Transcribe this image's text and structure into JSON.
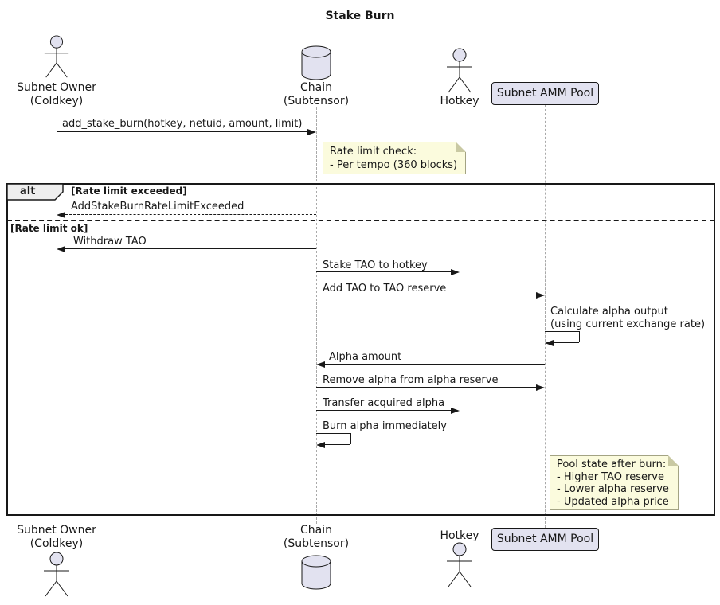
{
  "title": "Stake Burn",
  "diagram_type": "uml-sequence",
  "colors": {
    "participant_fill": "#E2E2F0",
    "participant_border": "#181818",
    "note_fill": "#FBFBDD",
    "note_border": "#A3A383",
    "lifeline": "#A9A9A9",
    "frame_border": "#181818",
    "operator_badge_fill": "#EEEEEE",
    "text": "#181818"
  },
  "participants": [
    {
      "id": "owner",
      "type": "actor",
      "line1": "Subnet Owner",
      "line2": "(Coldkey)"
    },
    {
      "id": "chain",
      "type": "database",
      "line1": "Chain",
      "line2": "(Subtensor)"
    },
    {
      "id": "hotkey",
      "type": "actor",
      "line1": "Hotkey",
      "line2": ""
    },
    {
      "id": "pool",
      "type": "box",
      "line1": "Subnet AMM Pool",
      "line2": ""
    }
  ],
  "alt_frame": {
    "operator": "alt",
    "branches": [
      "[Rate limit exceeded]",
      "[Rate limit ok]"
    ]
  },
  "messages": [
    {
      "from": "owner",
      "to": "chain",
      "style": "solid",
      "text": "add_stake_burn(hotkey, netuid, amount, limit)"
    },
    {
      "from": "chain",
      "to": "owner",
      "style": "dashed",
      "branch": "[Rate limit exceeded]",
      "text": "AddStakeBurnRateLimitExceeded"
    },
    {
      "from": "chain",
      "to": "owner",
      "style": "solid",
      "branch": "[Rate limit ok]",
      "text": "Withdraw TAO"
    },
    {
      "from": "chain",
      "to": "hotkey",
      "style": "solid",
      "text": "Stake TAO to hotkey"
    },
    {
      "from": "chain",
      "to": "pool",
      "style": "solid",
      "text": "Add TAO to TAO reserve"
    },
    {
      "from": "pool",
      "to": "pool",
      "style": "self",
      "text": "Calculate alpha output",
      "text2": "(using current exchange rate)"
    },
    {
      "from": "pool",
      "to": "chain",
      "style": "solid",
      "text": "Alpha amount"
    },
    {
      "from": "chain",
      "to": "pool",
      "style": "solid",
      "text": "Remove alpha from alpha reserve"
    },
    {
      "from": "chain",
      "to": "hotkey",
      "style": "solid",
      "text": "Transfer acquired alpha"
    },
    {
      "from": "chain",
      "to": "chain",
      "style": "self",
      "text": "Burn alpha immediately"
    }
  ],
  "notes": [
    {
      "attached_to": "chain",
      "lines": [
        "Rate limit check:",
        "- Per tempo (360 blocks)"
      ]
    },
    {
      "attached_to": "pool",
      "lines": [
        "Pool state after burn:",
        "- Higher TAO reserve",
        "- Lower alpha reserve",
        "- Updated alpha price"
      ]
    }
  ]
}
